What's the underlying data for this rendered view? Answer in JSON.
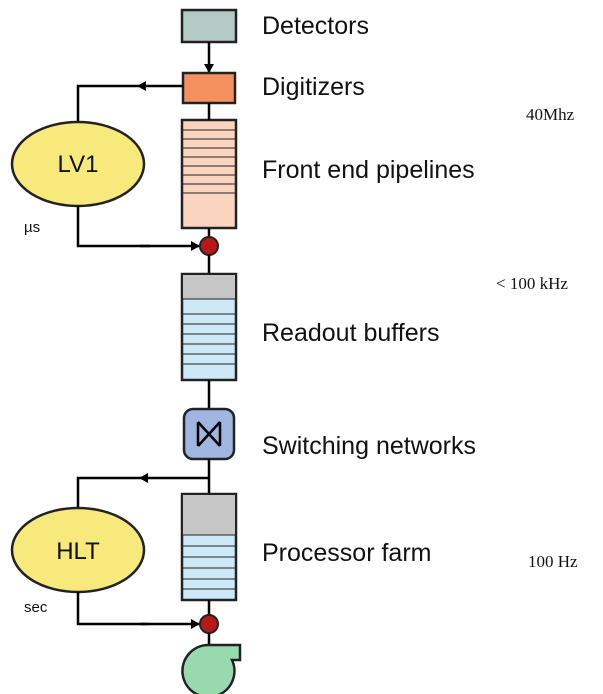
{
  "stages": {
    "detectors": "Detectors",
    "digitizers": "Digitizers",
    "front_end": "Front end pipelines",
    "readout": "Readout buffers",
    "switching": "Switching networks",
    "processor": "Processor farm"
  },
  "triggers": {
    "lv1": "LV1",
    "lv1_latency": "µs",
    "hlt": "HLT",
    "hlt_latency": "sec"
  },
  "rates": {
    "r1": "40Mhz",
    "r2": "< 100 kHz",
    "r3": "100 Hz"
  },
  "colors": {
    "detector": "#b3cbc4",
    "digitizer": "#f4915f",
    "frontend": "#fbd4c0",
    "buffer_top": "#c6c6c6",
    "buffer": "#cde9f7",
    "switch": "#9fb6e0",
    "oval": "#f7e97c",
    "node": "#b81818",
    "storage": "#99d9ae"
  },
  "icons": {
    "switch": "bowtie-switch-icon",
    "storage": "storage-pump-icon"
  }
}
